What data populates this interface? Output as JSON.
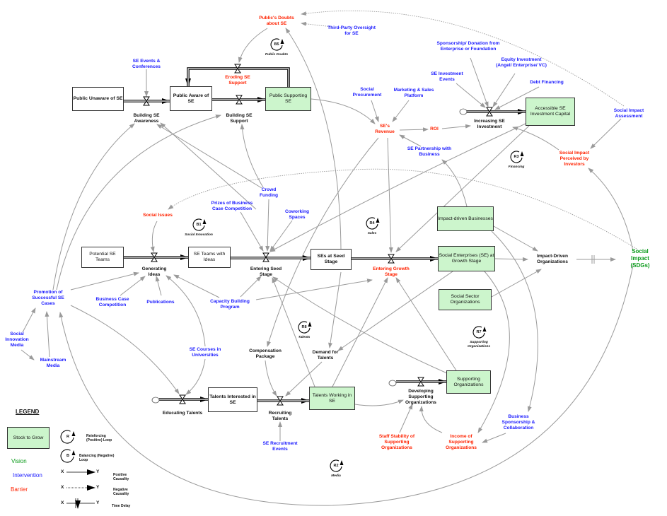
{
  "colors": {
    "vision": "#0a9a1a",
    "intervention": "#1a1aff",
    "barrier": "#ff2200",
    "stock_to_grow": "#ccf5cc",
    "connector": "#9a9a9a"
  },
  "stocks": [
    {
      "label": "Public Unaware of SE",
      "green": false,
      "bold": true
    },
    {
      "label": "Public Aware of SE",
      "green": false,
      "bold": true
    },
    {
      "label": "Public Supporting SE",
      "green": true,
      "bold": false
    },
    {
      "label": "Potential SE Teams",
      "green": false,
      "bold": false
    },
    {
      "label": "SE Teams with\nIdeas",
      "green": false,
      "bold": false
    },
    {
      "label": "SEs at Seed Stage",
      "green": false,
      "bold": true
    },
    {
      "label": "Social Enterprises (SE) at\nGrowth Stage",
      "green": true,
      "bold": false
    },
    {
      "label": "Impact-driven Businesses",
      "green": true,
      "bold": false
    },
    {
      "label": "Social Sector\nOrganizations",
      "green": true,
      "bold": false
    },
    {
      "label": "Accessible SE\nInvestment Capital",
      "green": true,
      "bold": false
    },
    {
      "label": "Talents Interested in\nSE",
      "green": false,
      "bold": true
    },
    {
      "label": "Talents Working in\nSE",
      "green": true,
      "bold": false
    },
    {
      "label": "Supporting\nOrganizations",
      "green": true,
      "bold": false
    }
  ],
  "flows": [
    {
      "label": "Building SE\nAwareness",
      "type": "black"
    },
    {
      "label": "Building SE\nSupport",
      "type": "black"
    },
    {
      "label": "Eroding SE\nSupport",
      "type": "red"
    },
    {
      "label": "Increasing SE\nInvestment",
      "type": "black"
    },
    {
      "label": "Generating\nIdeas",
      "type": "black"
    },
    {
      "label": "Entering Seed\nStage",
      "type": "black"
    },
    {
      "label": "Entering Growth\nStage",
      "type": "red"
    },
    {
      "label": "Educating Talents",
      "type": "black"
    },
    {
      "label": "Recruiting\nTalents",
      "type": "black"
    },
    {
      "label": "Developing\nSupporting\nOrganizations",
      "type": "black"
    }
  ],
  "variables": [
    {
      "label": "Public's Doubts\nabout SE",
      "type": "red"
    },
    {
      "label": "Third-Party Oversight\nfor SE",
      "type": "blue"
    },
    {
      "label": "SE Events &\nConferences",
      "type": "blue"
    },
    {
      "label": "Sponsorship/ Donation from\nEnterprise or Foundation",
      "type": "blue"
    },
    {
      "label": "Equity Investment\n(Angel/ Enterprise/ VC)",
      "type": "blue"
    },
    {
      "label": "SE Investment\nEvents",
      "type": "blue"
    },
    {
      "label": "Debt Financing",
      "type": "blue"
    },
    {
      "label": "Social\nProcurement",
      "type": "blue"
    },
    {
      "label": "Marketing & Sales\nPlatform",
      "type": "blue"
    },
    {
      "label": "SE's\nRevenue",
      "type": "red"
    },
    {
      "label": "ROI",
      "type": "red"
    },
    {
      "label": "SE Partnership with\nBusiness",
      "type": "blue"
    },
    {
      "label": "Social Impact\nAssessment",
      "type": "blue"
    },
    {
      "label": "Social Impact\nPerceived by\nInvestors",
      "type": "red"
    },
    {
      "label": "Crowd\nFunding",
      "type": "blue"
    },
    {
      "label": "Prizes of Business\nCase Competition",
      "type": "blue"
    },
    {
      "label": "Coworking\nSpaces",
      "type": "blue"
    },
    {
      "label": "Social Issues",
      "type": "red"
    },
    {
      "label": "Promotion of\nSuccessful SE\nCases",
      "type": "blue"
    },
    {
      "label": "Business Case\nCompetition",
      "type": "blue"
    },
    {
      "label": "Publications",
      "type": "blue"
    },
    {
      "label": "Capacity Building\nProgram",
      "type": "blue"
    },
    {
      "label": "Social\nInnovation\nMedia",
      "type": "blue"
    },
    {
      "label": "Mainstream\nMedia",
      "type": "blue"
    },
    {
      "label": "SE Courses in\nUniversities",
      "type": "blue"
    },
    {
      "label": "Compensation\nPackage",
      "type": "black"
    },
    {
      "label": "Demand for\nTalents",
      "type": "black"
    },
    {
      "label": "SE Recruitment\nEvents",
      "type": "blue"
    },
    {
      "label": "Staff Stability of\nSupporting\nOrganizations",
      "type": "red"
    },
    {
      "label": "Income of\nSupporting\nOrganizations",
      "type": "red"
    },
    {
      "label": "Business\nSponsorship &\nCollaboration",
      "type": "blue"
    },
    {
      "label": "Impact-Driven\nOrganizations",
      "type": "black"
    },
    {
      "label": "Social Impact\n(SDGs)",
      "type": "green"
    }
  ],
  "loops": [
    {
      "id": "B5",
      "name": "Public Doubts"
    },
    {
      "id": "R3",
      "name": "Financing"
    },
    {
      "id": "B1",
      "name": "Social Innovation"
    },
    {
      "id": "R4",
      "name": "Sales"
    },
    {
      "id": "R8",
      "name": "Talents"
    },
    {
      "id": "R7",
      "name": "Supporting\nOrganizations"
    },
    {
      "id": "R2",
      "name": "Media"
    }
  ],
  "legend": {
    "title": "LEGEND",
    "stock_to_grow": "Stock to Grow",
    "vision": "Vision",
    "intervention": "Intervention",
    "barrier": "Barrier",
    "reinforcing_symbol": "R",
    "reinforcing": "Reinforcing\n(Positive) Loop",
    "balancing_symbol": "B",
    "balancing": "Balancing (Negative)\nLoop",
    "x": "X",
    "y": "Y",
    "positive": "Positive\nCausality",
    "negative": "Negative\nCausality",
    "delay": "Time Delay"
  }
}
